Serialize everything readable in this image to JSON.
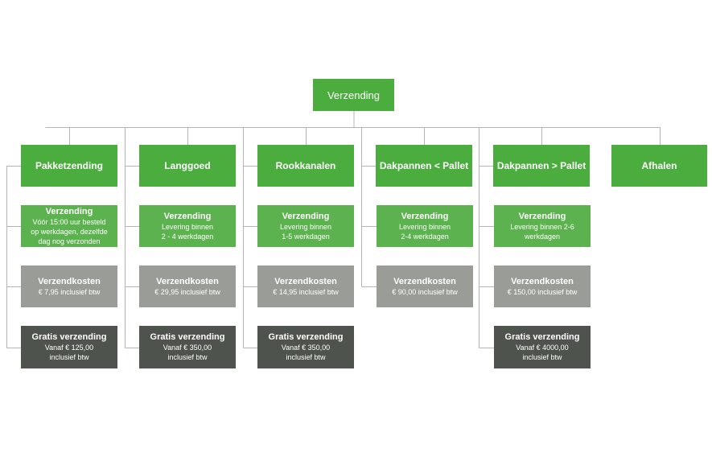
{
  "colors": {
    "green": "#5cb24e",
    "green_bright": "#4cad3f",
    "gray": "#9a9c98",
    "dark": "#4f534d",
    "line": "#b5b5b5"
  },
  "root": {
    "label": "Verzending"
  },
  "columns": [
    {
      "header": "Pakketzending",
      "cards": [
        {
          "kind": "verzending",
          "title": "Verzending",
          "lines": [
            "Vóór 15:00 uur besteld",
            "op werkdagen, dezelfde",
            "dag nog verzonden"
          ]
        },
        {
          "kind": "kosten",
          "title": "Verzendkosten",
          "lines": [
            "€ 7,95 inclusief btw"
          ]
        },
        {
          "kind": "gratis",
          "title": "Gratis verzending",
          "lines": [
            "Vanaf € 125,00",
            "inclusief btw"
          ]
        }
      ]
    },
    {
      "header": "Langgoed",
      "cards": [
        {
          "kind": "verzending",
          "title": "Verzending",
          "lines": [
            "Levering binnen",
            "2 - 4 werkdagen"
          ]
        },
        {
          "kind": "kosten",
          "title": "Verzendkosten",
          "lines": [
            "€ 29,95 inclusief btw"
          ]
        },
        {
          "kind": "gratis",
          "title": "Gratis verzending",
          "lines": [
            "Vanaf € 350,00",
            "inclusief btw"
          ]
        }
      ]
    },
    {
      "header": "Rookkanalen",
      "cards": [
        {
          "kind": "verzending",
          "title": "Verzending",
          "lines": [
            "Levering binnen",
            "1-5 werkdagen"
          ]
        },
        {
          "kind": "kosten",
          "title": "Verzendkosten",
          "lines": [
            "€ 14,95 inclusief btw"
          ]
        },
        {
          "kind": "gratis",
          "title": "Gratis verzending",
          "lines": [
            "Vanaf € 350,00",
            "inclusief btw"
          ]
        }
      ]
    },
    {
      "header": "Dakpannen < Pallet",
      "cards": [
        {
          "kind": "verzending",
          "title": "Verzending",
          "lines": [
            "Levering binnen",
            "2-4 werkdagen"
          ]
        },
        {
          "kind": "kosten",
          "title": "Verzendkosten",
          "lines": [
            "€ 90,00 inclusief btw"
          ]
        }
      ]
    },
    {
      "header": "Dakpannen > Pallet",
      "cards": [
        {
          "kind": "verzending",
          "title": "Verzending",
          "lines": [
            "Levering binnen 2-6",
            "werkdagen"
          ]
        },
        {
          "kind": "kosten",
          "title": "Verzendkosten",
          "lines": [
            "€ 150,00 inclusief btw"
          ]
        },
        {
          "kind": "gratis",
          "title": "Gratis verzending",
          "lines": [
            "Vanaf € 4000,00",
            "inclusief btw"
          ]
        }
      ]
    },
    {
      "header": "Afhalen",
      "cards": []
    }
  ]
}
